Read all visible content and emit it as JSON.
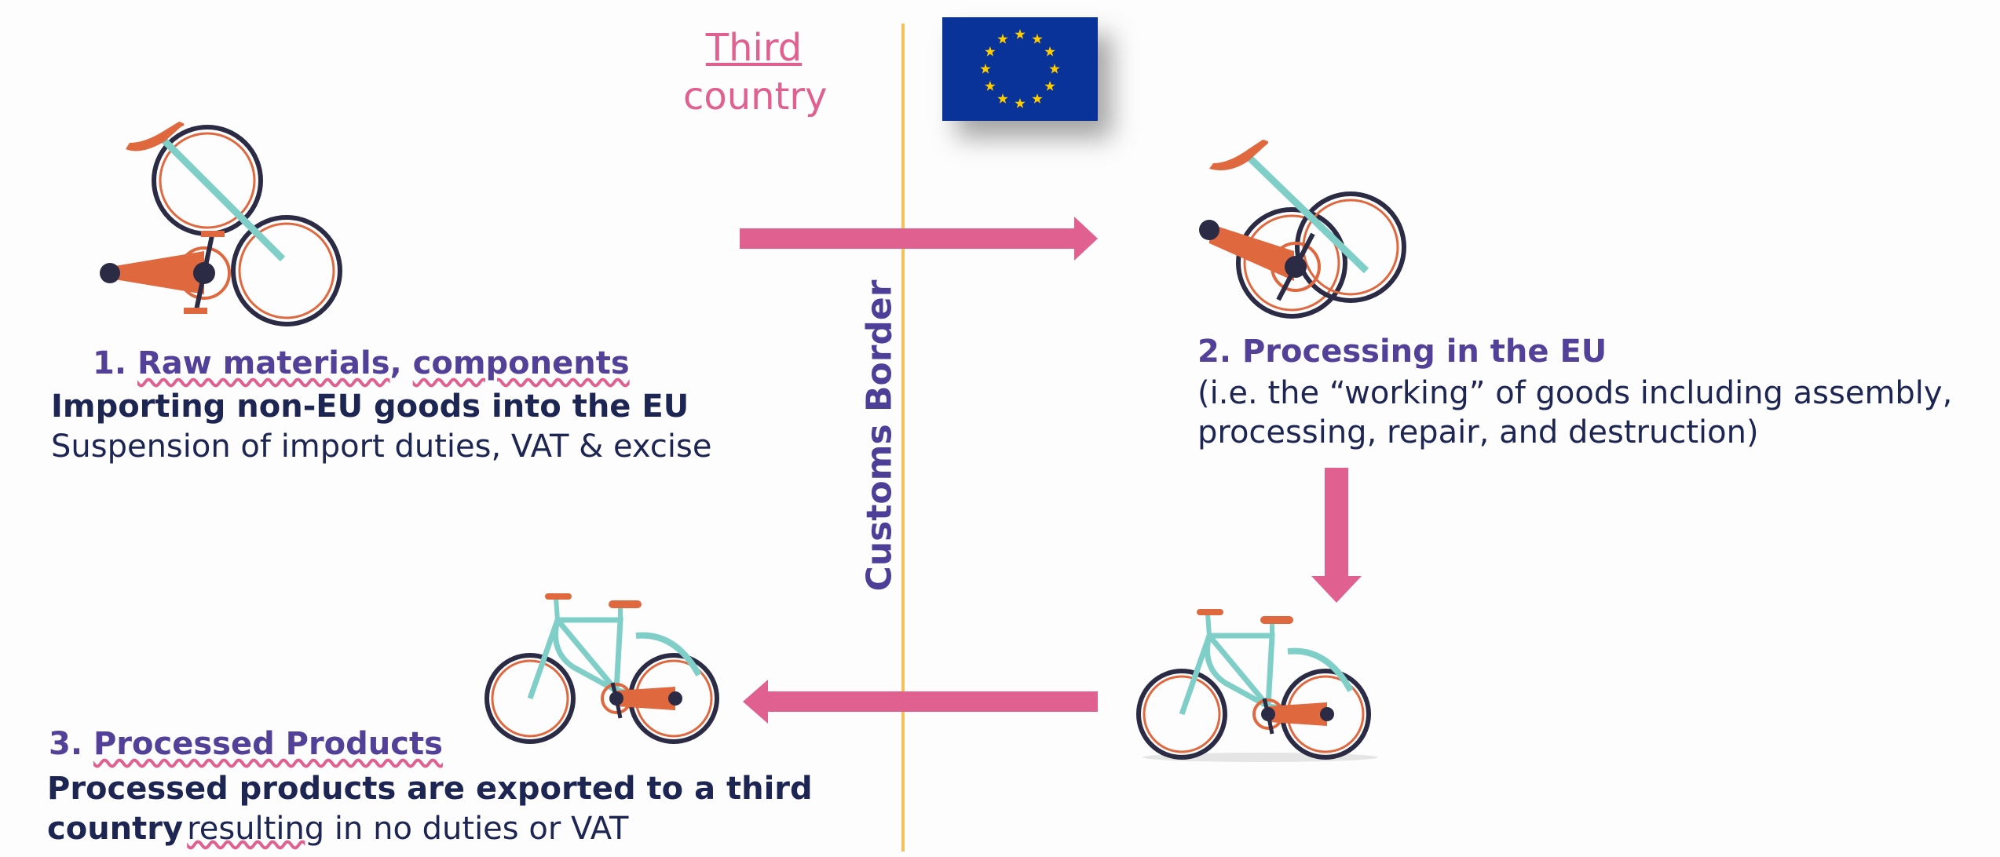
{
  "labels": {
    "third_country_line1": "Third",
    "third_country_line2": "country",
    "customs_border": "Customs Border"
  },
  "steps": [
    {
      "num": "1.",
      "title_word1": "Raw materials",
      "title_sep": ",",
      "title_word2": "components",
      "bold": "Importing non-EU goods into the EU",
      "text": "Suspension of import duties, VAT & excise"
    },
    {
      "num": "2.",
      "title": "Processing in the EU",
      "text_line1": "(i.e. the “working” of goods including assembly,",
      "text_line2": "processing, repair, and destruction)"
    },
    {
      "num": "3.",
      "title": "Processed Products",
      "bold_line1": "Processed products are exported to a third",
      "bold_line2": "country",
      "text_line2_part1": "resulting",
      "text_line2_part2": " in no duties or VAT"
    }
  ],
  "colors": {
    "arrow": "#e0608f",
    "border_line": "#f4c15c",
    "title": "#524099",
    "text": "#1d2553",
    "flag_blue": "#0a3399",
    "flag_star": "#ffcc00",
    "bike_teal": "#7fcfc8",
    "bike_orange": "#e0683e",
    "bike_dark": "#2b2b45"
  },
  "icons": [
    "eu-flag-icon",
    "bike-parts-icon",
    "bike-assembled-icon"
  ]
}
